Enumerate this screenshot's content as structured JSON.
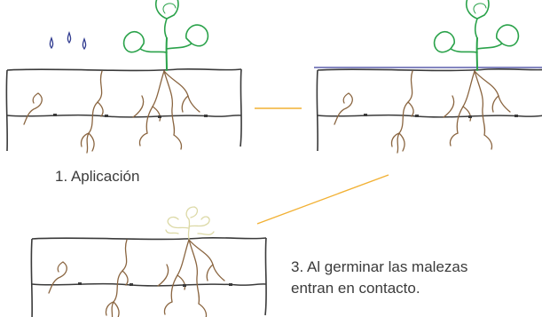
{
  "captions": {
    "step1": "1.  Aplicación",
    "step3_line1": "3. Al germinar las malezas",
    "step3_line2": "entran en contacto."
  },
  "colors": {
    "soil_line": "#3a3a3a",
    "root": "#8a6540",
    "plant_green": "#2aa24a",
    "plant_faded": "#dcd9a6",
    "water_drop": "#2f3a8f",
    "herbicide_layer": "#3b3f9a",
    "connector": "#f2b134"
  },
  "icons": {
    "drops": "water-drops-icon",
    "plant": "seedling-icon",
    "weed": "germinating-weed-icon"
  }
}
